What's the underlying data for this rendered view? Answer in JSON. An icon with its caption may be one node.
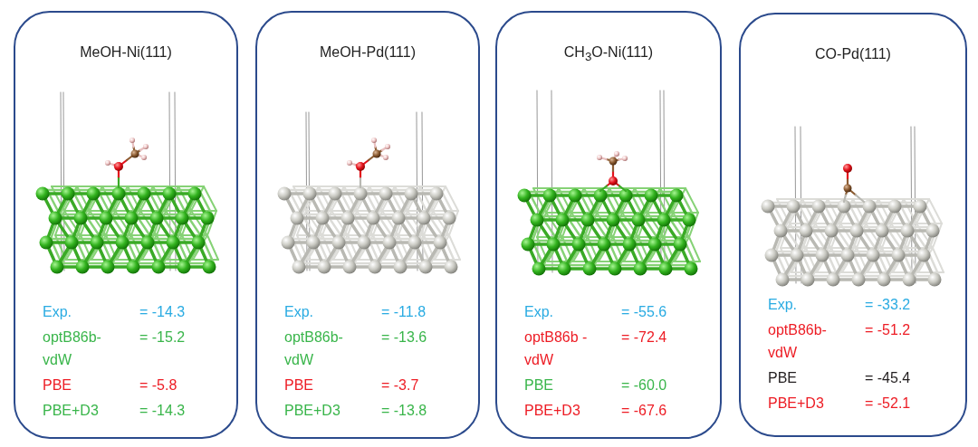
{
  "diagram": {
    "nodes": [
      {
        "text": [
          "MeOH-Ni(111)",
          "Exp.",
          "= -14.3",
          "optB86b- vdW",
          "= -15.2",
          "PBE",
          "= -5.8",
          "PBE+D3",
          "= -14.3"
        ]
      },
      {
        "text": [
          "MeOH-Pd(111)",
          "Exp.",
          "= -11.8",
          "optB86b- vdW",
          "= -13.6",
          "PBE",
          "= -3.7",
          "PBE+D3",
          "= -13.8"
        ]
      },
      {
        "text": [
          "CH$_{3}$O-Ni(111)",
          "Exp.",
          "= -55.6",
          "optB86b -vdW",
          "= -72.4",
          "PBE",
          "= -60.0",
          "PBE+D3",
          "= -67.6"
        ]
      },
      {
        "text": [
          "CO-Pd(111)",
          "Exp.",
          "= -33.2",
          "optB86b- vdW",
          "= -51.2",
          "PBE",
          "= -45.4",
          "PBE+D3",
          "= -52.1"
        ]
      }
    ]
  }
}
